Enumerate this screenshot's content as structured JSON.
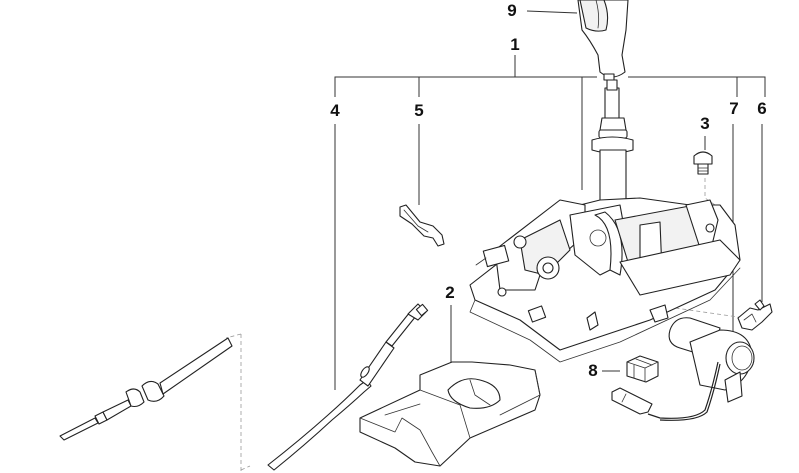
{
  "diagram": {
    "type": "exploded-parts-diagram",
    "subject": "Gear selector / shifter assembly",
    "parts": [
      {
        "number": "1",
        "name": "shifter-assembly"
      },
      {
        "number": "2",
        "name": "insulation-base"
      },
      {
        "number": "3",
        "name": "bolt"
      },
      {
        "number": "4",
        "name": "selector-cable"
      },
      {
        "number": "5",
        "name": "retaining-clip"
      },
      {
        "number": "6",
        "name": "cable-clip"
      },
      {
        "number": "7",
        "name": "shift-lock-solenoid"
      },
      {
        "number": "8",
        "name": "connector-housing"
      },
      {
        "number": "9",
        "name": "gear-knob"
      }
    ]
  }
}
